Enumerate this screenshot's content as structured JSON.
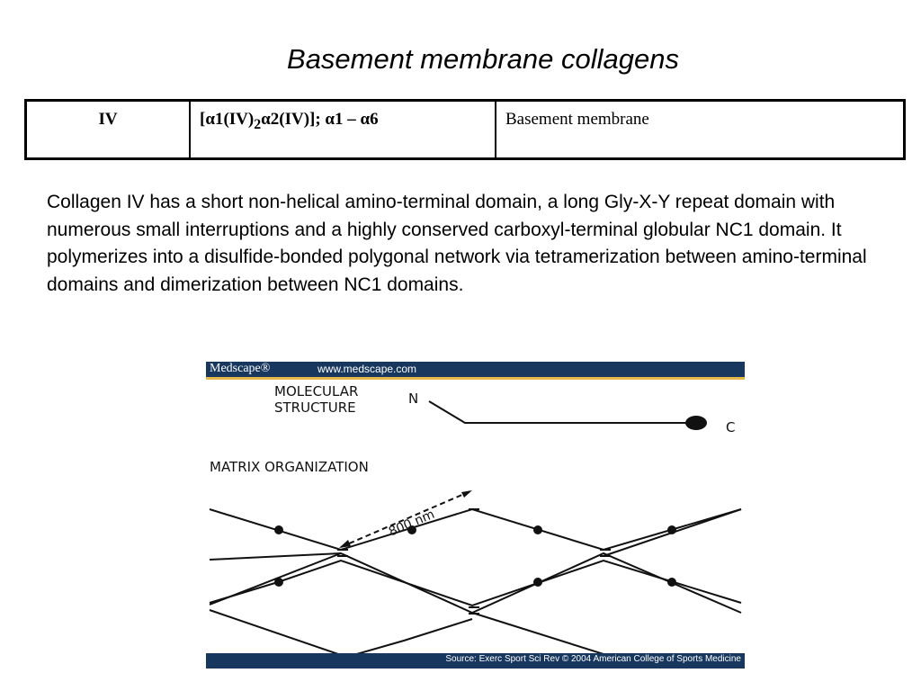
{
  "title": "Basement membrane collagens",
  "table": {
    "type": "IV",
    "chains_prefix": "[",
    "chains_a1": "α1",
    "chains_iv1": "(IV)",
    "chains_sub": "2",
    "chains_a2": "α2",
    "chains_iv2": "(IV)",
    "chains_suffix": "]; α1 – α6",
    "location": "Basement membrane"
  },
  "paragraph": "Collagen IV has a short non-helical amino-terminal domain, a long Gly-X-Y repeat domain with numerous small interruptions and a highly conserved carboxyl-terminal globular NC1 domain. It polymerizes into a disulfide-bonded polygonal network via tetramerization between amino-terminal domains and dimerization between NC1 domains.",
  "figure": {
    "brand": "Medscape®",
    "url": "www.medscape.com",
    "molecular_label_line1": "MOLECULAR",
    "molecular_label_line2": "STRUCTURE",
    "n_label": "N",
    "c_label": "C",
    "matrix_label": "MATRIX ORGANIZATION",
    "distance_label": "800 nm",
    "source": "Source: Exerc Sport Sci Rev © 2004 American College of Sports Medicine",
    "header_color": "#17375e",
    "rule_color": "#e6b84b"
  }
}
